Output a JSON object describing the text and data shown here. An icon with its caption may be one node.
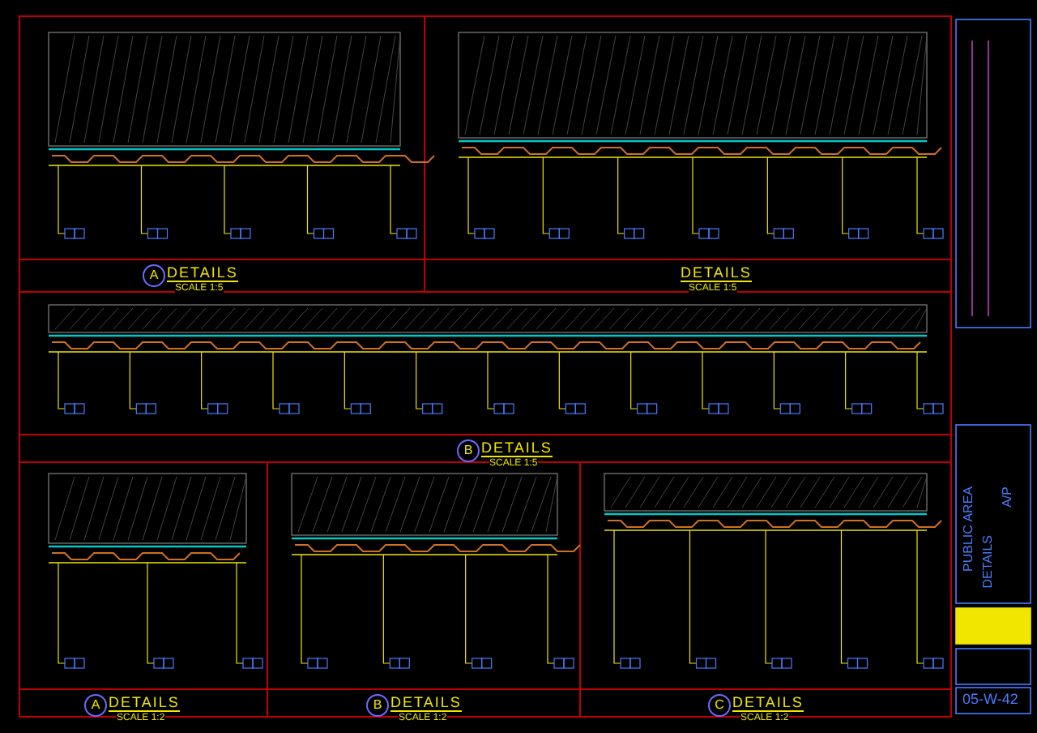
{
  "diagram": {
    "labels": [
      "A",
      "DETAILS",
      "SCALE 1:5",
      "DETAILS",
      "SCALE 1:5",
      "B",
      "DETAILS",
      "SCALE 1:5",
      "A",
      "DETAILS",
      "SCALE 1:2",
      "B",
      "DETAILS",
      "SCALE 1:2",
      "C",
      "DETAILS",
      "SCALE 1:2",
      "PUBLIC AREA",
      "A/P",
      "DETAILS",
      "05-W-42"
    ]
  }
}
